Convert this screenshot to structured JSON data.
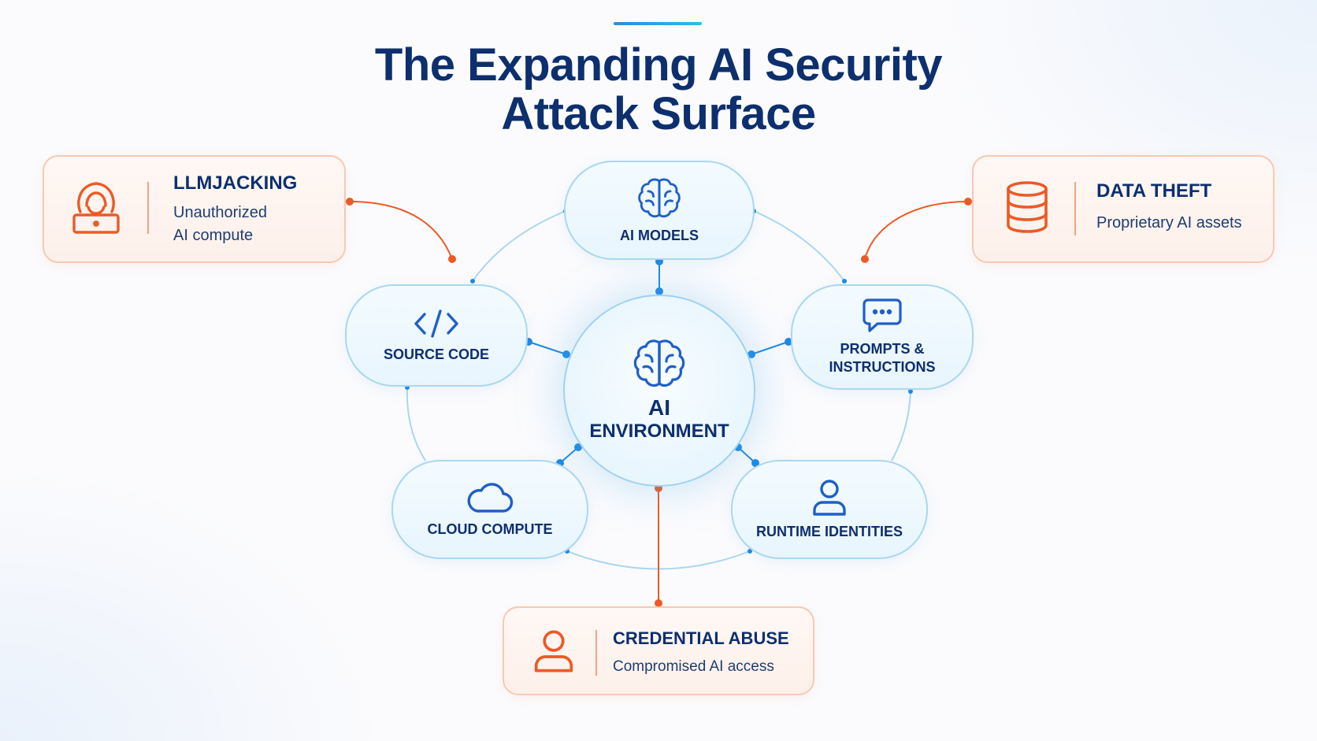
{
  "title": {
    "line1": "The Expanding AI Security",
    "line2": "Attack Surface"
  },
  "center": {
    "line1": "AI",
    "line2": "ENVIRONMENT",
    "icon": "brain-icon"
  },
  "assets": [
    {
      "id": "ai-models",
      "label": "AI MODELS",
      "icon": "brain-icon"
    },
    {
      "id": "source-code",
      "label": "SOURCE CODE",
      "icon": "code-icon"
    },
    {
      "id": "prompts",
      "label_line1": "PROMPTS &",
      "label_line2": "INSTRUCTIONS",
      "icon": "chat-icon"
    },
    {
      "id": "cloud-compute",
      "label": "CLOUD COMPUTE",
      "icon": "cloud-icon"
    },
    {
      "id": "runtime-identities",
      "label": "RUNTIME IDENTITIES",
      "icon": "user-icon"
    }
  ],
  "threats": [
    {
      "id": "llmjacking",
      "title": "LLMJACKING",
      "desc_line1": "Unauthorized",
      "desc_line2": "AI compute",
      "icon": "hooded-hacker-laptop-icon",
      "target": "source-code"
    },
    {
      "id": "data-theft",
      "title": "DATA THEFT",
      "desc": "Proprietary AI assets",
      "icon": "database-icon",
      "target": "prompts"
    },
    {
      "id": "credential-abuse",
      "title": "CREDENTIAL ABUSE",
      "desc": "Compromised AI access",
      "icon": "user-icon",
      "target": "ai-environment"
    }
  ],
  "colors": {
    "navy": "#0d2f6e",
    "asset_blue": "#1f5fc7",
    "connector_blue": "#1e88e5",
    "threat_orange": "#ec5a26",
    "ring": "#a9d7f0"
  }
}
